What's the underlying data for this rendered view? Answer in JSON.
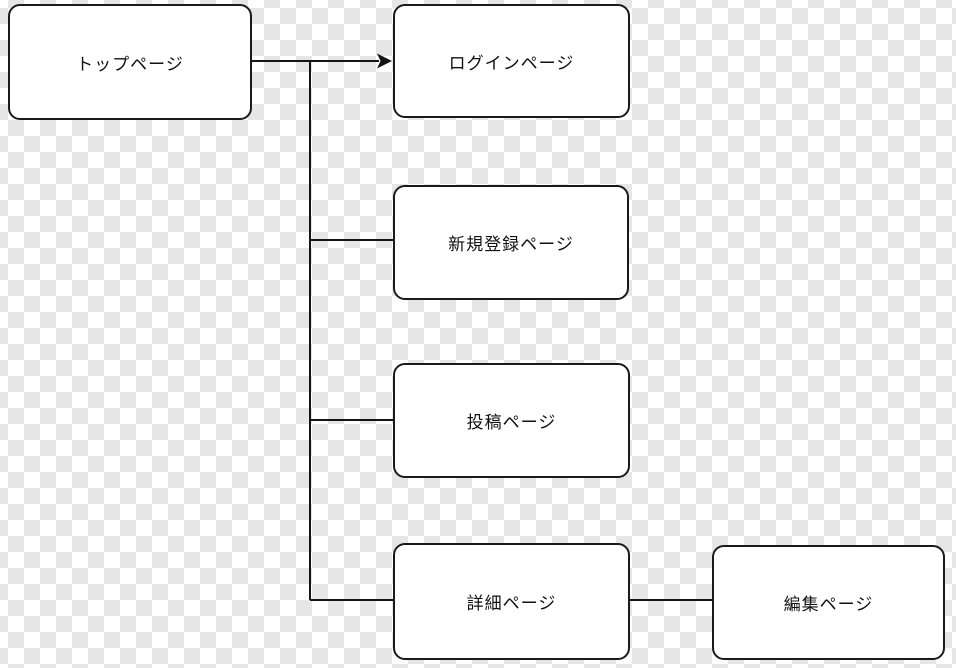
{
  "diagram": {
    "nodes": [
      {
        "id": "top-page",
        "label": "トップページ"
      },
      {
        "id": "login-page",
        "label": "ログインページ"
      },
      {
        "id": "signup-page",
        "label": "新規登録ページ"
      },
      {
        "id": "post-page",
        "label": "投稿ページ"
      },
      {
        "id": "detail-page",
        "label": "詳細ページ"
      },
      {
        "id": "edit-page",
        "label": "編集ページ"
      }
    ],
    "edges": [
      {
        "from": "トップページ",
        "to": "ログインページ",
        "arrow": "true"
      },
      {
        "from": "トップページ",
        "to": "新規登録ページ",
        "arrow": "false"
      },
      {
        "from": "トップページ",
        "to": "投稿ページ",
        "arrow": "false"
      },
      {
        "from": "トップページ",
        "to": "詳細ページ",
        "arrow": "false"
      },
      {
        "from": "詳細ページ",
        "to": "編集ページ",
        "arrow": "false"
      }
    ],
    "colors": {
      "node_fill": "#ffffff",
      "node_border": "#1a1a1a",
      "edge": "#141414",
      "checker_gray": "#e6e6e6",
      "checker_white": "#ffffff"
    }
  }
}
